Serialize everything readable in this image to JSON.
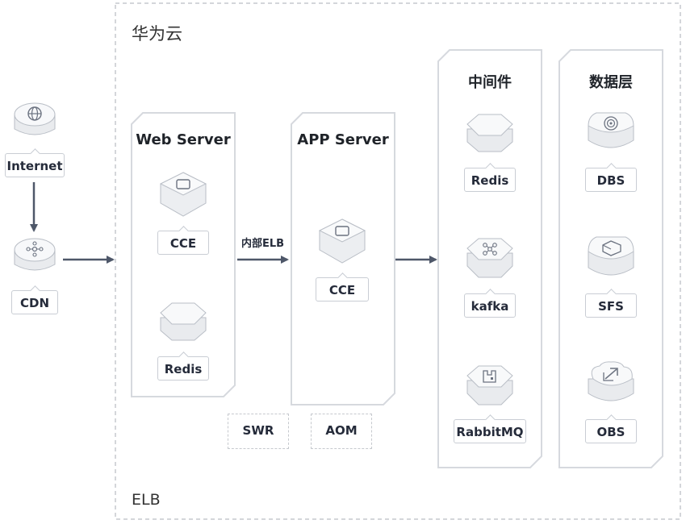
{
  "cloud": {
    "title": "华为云",
    "elb": "ELB"
  },
  "external": {
    "internet": "Internet",
    "cdn": "CDN"
  },
  "web_server": {
    "title": "Web Server",
    "cce": "CCE",
    "redis": "Redis"
  },
  "app_server": {
    "title": "APP Server",
    "cce": "CCE"
  },
  "middleware": {
    "title": "中间件",
    "redis": "Redis",
    "kafka": "kafka",
    "rabbitmq": "RabbitMQ"
  },
  "data_layer": {
    "title": "数据层",
    "dbs": "DBS",
    "sfs": "SFS",
    "obs": "OBS"
  },
  "tools": {
    "swr": "SWR",
    "aom": "AOM"
  },
  "edges": {
    "internal_elb": "内部ELB"
  },
  "colors": {
    "panel_border": "#d6d9de",
    "dashed": "#c6c9ce",
    "arrow": "#4e5769",
    "icon_stroke": "#6b7280"
  },
  "icons": [
    "globe-icon",
    "cdn-icon",
    "cce-icon",
    "redis-icon",
    "kafka-icon",
    "rabbitmq-icon",
    "dbs-icon",
    "sfs-icon",
    "obs-icon"
  ]
}
